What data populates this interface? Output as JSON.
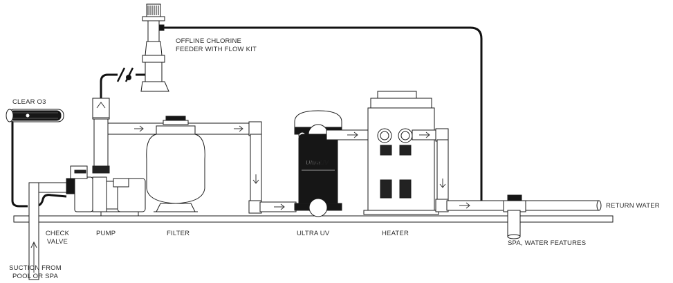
{
  "colors": {
    "ink": "#1a1a1a",
    "pipe_fill": "#ffffff",
    "unit_dark": "#161616",
    "background": "#ffffff"
  },
  "labels": {
    "chlorinator": [
      "OFFLINE CHLORINE",
      "FEEDER WITH FLOW KIT"
    ],
    "ozone": "CLEAR O3",
    "check_valve": [
      "CHECK",
      "VALVE"
    ],
    "pump": "PUMP",
    "filter": "FILTER",
    "uv": "ULTRA UV",
    "heater": "HEATER",
    "return": "RETURN WATER",
    "spa": "SPA, WATER FEATURES",
    "suction": [
      "SUCTION FROM",
      "POOL OR SPA"
    ]
  },
  "uv_brand": {
    "prefix": "Ultra",
    "suffix": "UV"
  },
  "icons": [
    "flow-arrow-icon",
    "check-valve-icon",
    "union-nut-icon"
  ]
}
